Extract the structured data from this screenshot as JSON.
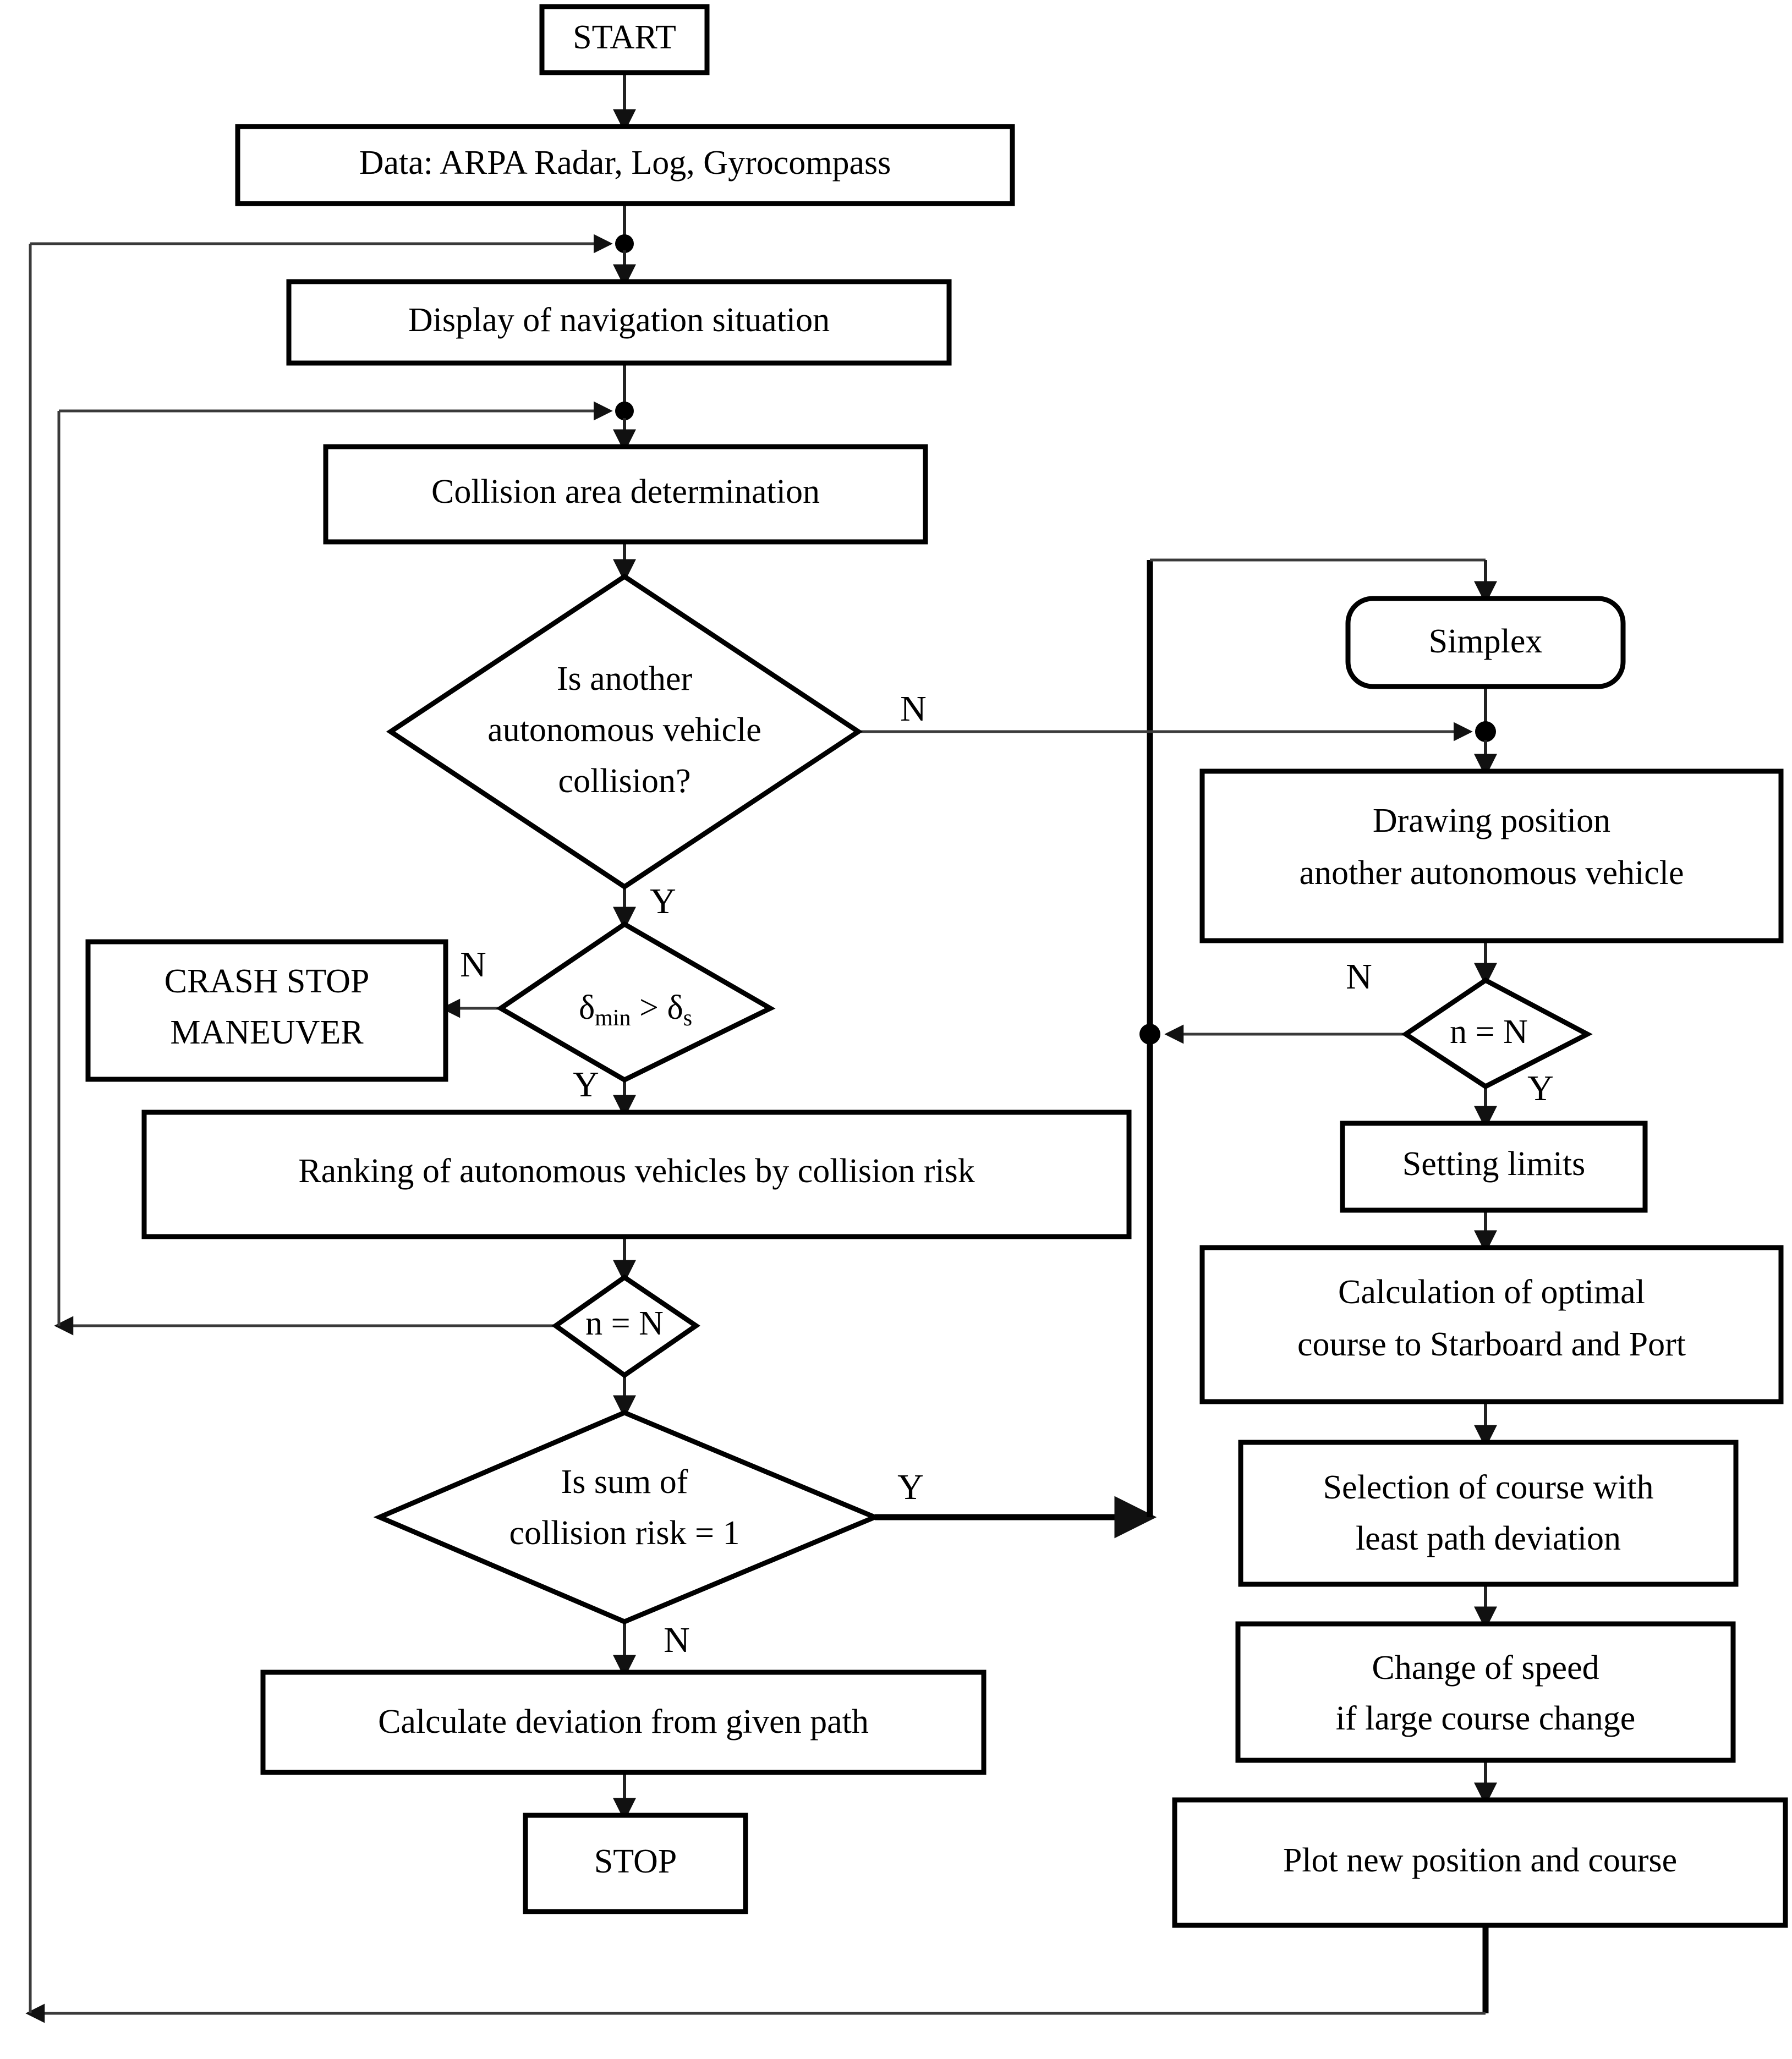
{
  "diagram": {
    "title": "Autonomous vehicle collision avoidance flowchart",
    "background": "#ffffff",
    "line_color": "#000000",
    "text_color": "#000000"
  },
  "nodes": {
    "start": {
      "label": "START",
      "shape": "rect"
    },
    "data_sources": {
      "label": "Data: ARPA Radar, Log, Gyrocompass",
      "shape": "rect"
    },
    "display_nav": {
      "label": "Display of navigation situation",
      "shape": "rect"
    },
    "collision_area": {
      "label": "Collision area determination",
      "shape": "rect"
    },
    "another_vehicle_collision": {
      "line1": "Is another",
      "line2": "autonomous vehicle",
      "line3": "collision?",
      "shape": "diamond"
    },
    "delta_check": {
      "prefix": "δ",
      "sub1": "min",
      "operator": " > ",
      "prefix2": "δ",
      "sub2": "s",
      "shape": "diamond"
    },
    "crash_stop": {
      "line1": "CRASH STOP",
      "line2": "MANEUVER",
      "shape": "rect"
    },
    "ranking": {
      "label": "Ranking of autonomous vehicles by collision risk",
      "shape": "rect"
    },
    "n_eq_N_left": {
      "label": "n = N",
      "shape": "diamond"
    },
    "sum_risk": {
      "line1": "Is sum of",
      "line2": "collision risk = 1",
      "shape": "diamond"
    },
    "calc_deviation": {
      "label": "Calculate deviation from given path",
      "shape": "rect"
    },
    "stop": {
      "label": "STOP",
      "shape": "rect"
    },
    "simplex": {
      "label": "Simplex",
      "shape": "rounded-rect"
    },
    "drawing_position": {
      "line1": "Drawing position",
      "line2": "another autonomous vehicle",
      "shape": "rect"
    },
    "n_eq_N_right": {
      "label": "n = N",
      "shape": "diamond"
    },
    "setting_limits": {
      "label": "Setting limits",
      "shape": "rect"
    },
    "calc_optimal": {
      "line1": "Calculation of optimal",
      "line2": "course to Starboard and Port",
      "shape": "rect"
    },
    "selection_course": {
      "line1": "Selection of course with",
      "line2": "least path deviation",
      "shape": "rect"
    },
    "change_speed": {
      "line1": "Change of speed",
      "line2": "if large course change",
      "shape": "rect"
    },
    "plot_new": {
      "label": "Plot new position and course",
      "shape": "rect"
    }
  },
  "branch_labels": {
    "collision_no": "N",
    "collision_yes": "Y",
    "delta_no": "N",
    "delta_yes": "Y",
    "sum_yes": "Y",
    "sum_no": "N",
    "right_n_no": "N",
    "right_n_yes": "Y"
  },
  "edges": [
    {
      "from": "start",
      "to": "data_sources",
      "label": ""
    },
    {
      "from": "data_sources",
      "to": "display_nav",
      "label": ""
    },
    {
      "from": "display_nav",
      "to": "collision_area",
      "label": ""
    },
    {
      "from": "collision_area",
      "to": "another_vehicle_collision",
      "label": ""
    },
    {
      "from": "another_vehicle_collision",
      "to": "simplex-junction",
      "label": "N"
    },
    {
      "from": "another_vehicle_collision",
      "to": "delta_check",
      "label": "Y"
    },
    {
      "from": "delta_check",
      "to": "crash_stop",
      "label": "N"
    },
    {
      "from": "delta_check",
      "to": "ranking",
      "label": "Y"
    },
    {
      "from": "ranking",
      "to": "n_eq_N_left",
      "label": ""
    },
    {
      "from": "n_eq_N_left",
      "to": "display-loop",
      "label": ""
    },
    {
      "from": "n_eq_N_left",
      "to": "sum_risk",
      "label": ""
    },
    {
      "from": "sum_risk",
      "to": "simplex-feed",
      "label": "Y"
    },
    {
      "from": "sum_risk",
      "to": "calc_deviation",
      "label": "N"
    },
    {
      "from": "calc_deviation",
      "to": "stop",
      "label": ""
    },
    {
      "from": "simplex",
      "to": "drawing_position",
      "label": ""
    },
    {
      "from": "drawing_position",
      "to": "n_eq_N_right",
      "label": ""
    },
    {
      "from": "n_eq_N_right",
      "to": "simplex-loop",
      "label": "N"
    },
    {
      "from": "n_eq_N_right",
      "to": "setting_limits",
      "label": "Y"
    },
    {
      "from": "setting_limits",
      "to": "calc_optimal",
      "label": ""
    },
    {
      "from": "calc_optimal",
      "to": "selection_course",
      "label": ""
    },
    {
      "from": "selection_course",
      "to": "change_speed",
      "label": ""
    },
    {
      "from": "change_speed",
      "to": "plot_new",
      "label": ""
    },
    {
      "from": "plot_new",
      "to": "display_nav",
      "label": ""
    }
  ]
}
